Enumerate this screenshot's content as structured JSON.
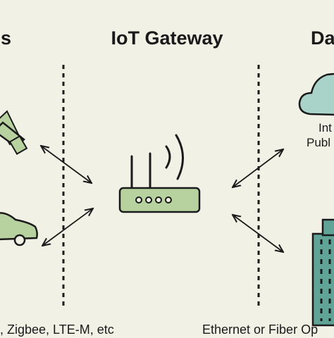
{
  "headings": {
    "left": "es",
    "center": "IoT Gateway",
    "right": "Da"
  },
  "cloud": {
    "line1": "Int",
    "line2": "Publ"
  },
  "protocols": {
    "left": ", Zigbee, LTE-M, etc",
    "right": "Ethernet or Fiber Op"
  },
  "colors": {
    "background": "#f2f1e6",
    "accent_fill": "#b7d29f",
    "cloud_fill": "#a9d3c8",
    "building_fill": "#5fa497",
    "stroke": "#1a1a1a"
  },
  "icons": [
    "satellite-icon",
    "car-icon",
    "router-icon",
    "wifi-signal-icon",
    "cloud-icon",
    "building-icon"
  ]
}
